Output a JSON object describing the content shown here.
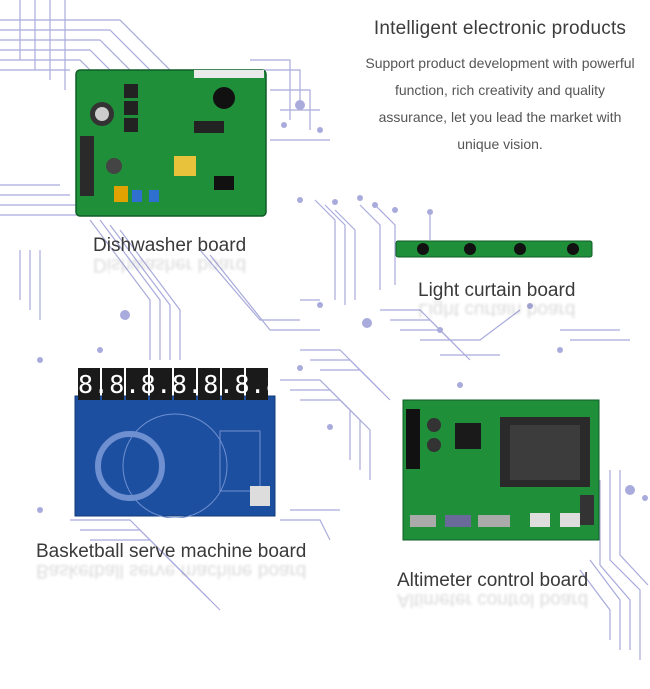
{
  "header": {
    "title": "Intelligent electronic products",
    "description": "Support product development with powerful function, rich creativity and quality assurance, let you lead the market with unique vision."
  },
  "boards": [
    {
      "id": "dishwasher",
      "caption": "Dishwasher board",
      "color": "#1f8f3a",
      "image_icon": "green-pcb"
    },
    {
      "id": "light-curtain",
      "caption": "Light curtain board",
      "color": "#1f8f3a",
      "image_icon": "strip-pcb"
    },
    {
      "id": "basketball",
      "caption": "Basketball serve machine board",
      "color": "#1d4fa0",
      "image_icon": "blue-pcb-led-display",
      "display_digits": "8.8.8.8.8.8.8.8."
    },
    {
      "id": "altimeter",
      "caption": "Altimeter control board",
      "color": "#1f8f3a",
      "image_icon": "green-pcb-module"
    }
  ],
  "theme": {
    "trace_color": "#a9abdc",
    "text_color": "#3a3a3a"
  }
}
